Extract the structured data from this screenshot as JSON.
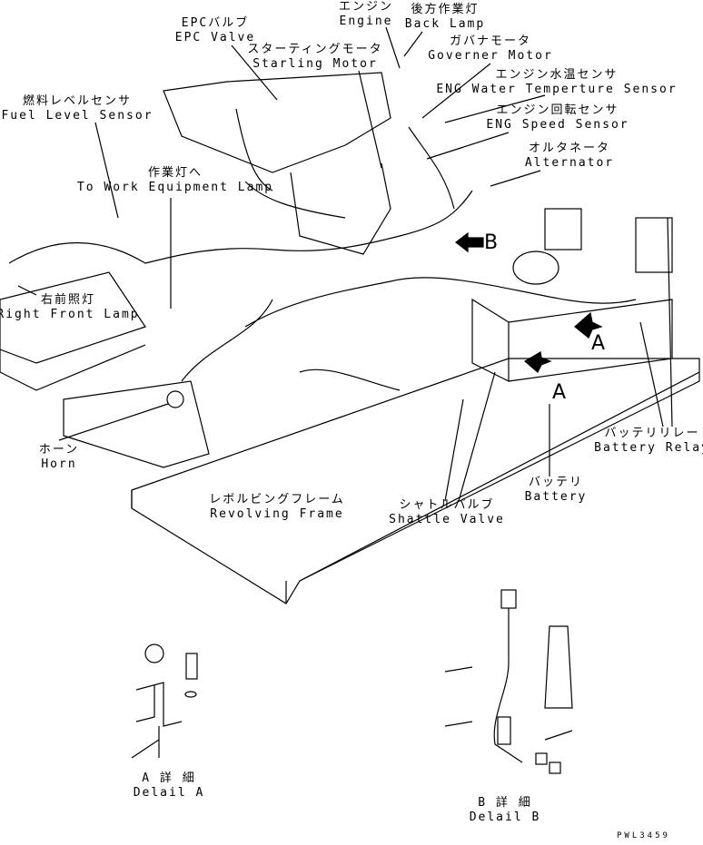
{
  "labels": {
    "engine": {
      "jp": "エンジン",
      "en": "Engine"
    },
    "back_lamp": {
      "jp": "後方作業灯",
      "en": "Back Lamp"
    },
    "governer_motor": {
      "jp": "ガバナモータ",
      "en": "Governer Motor"
    },
    "starting_motor": {
      "jp": "スターティングモータ",
      "en": "Starling Motor"
    },
    "epc_valve": {
      "jp": "EPCバルブ",
      "en": "EPC Valve"
    },
    "water_temp_sensor": {
      "jp": "エンジン水温センサ",
      "en": "ENG Water Temperture Sensor"
    },
    "speed_sensor": {
      "jp": "エンジン回転センサ",
      "en": "ENG Speed Sensor"
    },
    "alternator": {
      "jp": "オルタネータ",
      "en": "Alternator"
    },
    "fuel_level_sensor": {
      "jp": "燃料レベルセンサ",
      "en": "Fuel Level Sensor"
    },
    "work_lamp": {
      "jp": "作業灯へ",
      "en": "To Work Equipment Lamp"
    },
    "right_front_lamp": {
      "jp": "右前照灯",
      "en": "Right Front Lamp"
    },
    "horn": {
      "jp": "ホーン",
      "en": "Horn"
    },
    "revolving_frame": {
      "jp": "レボルビングフレーム",
      "en": "Revolving Frame"
    },
    "shuttle_valve": {
      "jp": "シャトルバルブ",
      "en": "Shattle Valve"
    },
    "battery": {
      "jp": "バッテリ",
      "en": "Battery"
    },
    "battery_relay": {
      "jp": "バッテリリレー",
      "en": "Battery Relay"
    },
    "detail_a": {
      "jp": "A 詳 細",
      "en": "Delail A"
    },
    "detail_b": {
      "jp": "B 詳 細",
      "en": "Delail B"
    }
  },
  "view_markers": {
    "b": "B",
    "a1": "A",
    "a2": "A"
  },
  "drawing_code": "PWL3459"
}
